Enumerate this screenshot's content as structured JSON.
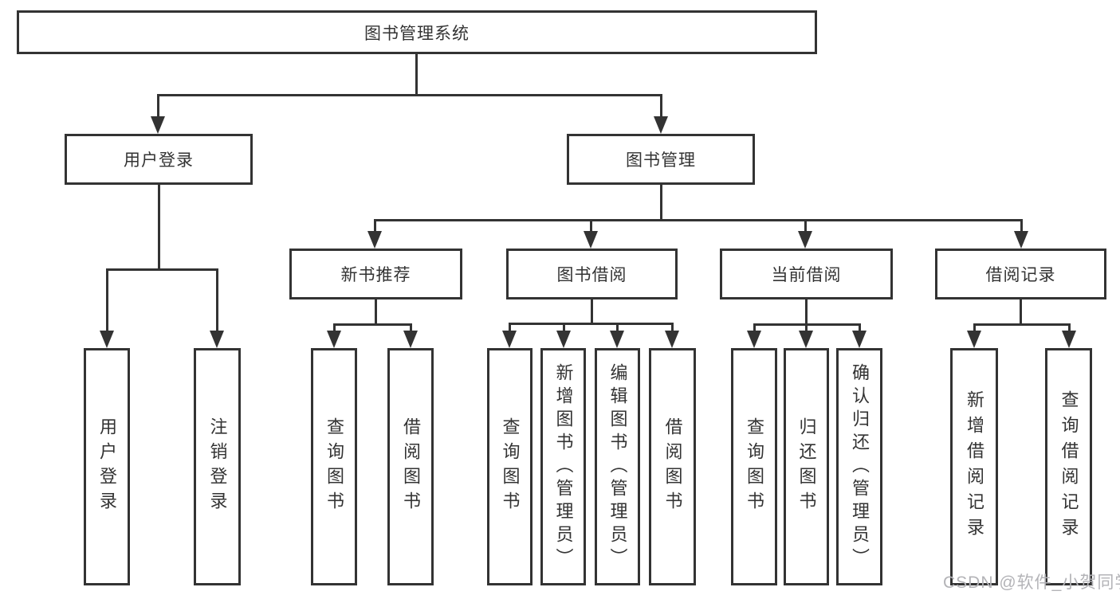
{
  "diagram": {
    "root": {
      "label": "图书管理系统"
    },
    "branches": [
      {
        "label": "用户登录",
        "leaves": [
          {
            "label": "用户登录"
          },
          {
            "label": "注销登录"
          }
        ]
      },
      {
        "label": "图书管理",
        "groups": [
          {
            "label": "新书推荐",
            "leaves": [
              {
                "label": "查询图书"
              },
              {
                "label": "借阅图书"
              }
            ]
          },
          {
            "label": "图书借阅",
            "leaves": [
              {
                "label": "查询图书"
              },
              {
                "label": "新增图书（管理员）"
              },
              {
                "label": "编辑图书（管理员）"
              },
              {
                "label": "借阅图书"
              }
            ]
          },
          {
            "label": "当前借阅",
            "leaves": [
              {
                "label": "查询图书"
              },
              {
                "label": "归还图书"
              },
              {
                "label": "确认归还（管理员）"
              }
            ]
          },
          {
            "label": "借阅记录",
            "leaves": [
              {
                "label": "新增借阅记录"
              },
              {
                "label": "查询借阅记录"
              }
            ]
          }
        ]
      }
    ]
  },
  "watermark": {
    "text": "CSDN @软件_小贺同学"
  },
  "colors": {
    "line": "#333333",
    "text": "#333333",
    "watermark": "#b3b3b7",
    "background": "#ffffff"
  }
}
